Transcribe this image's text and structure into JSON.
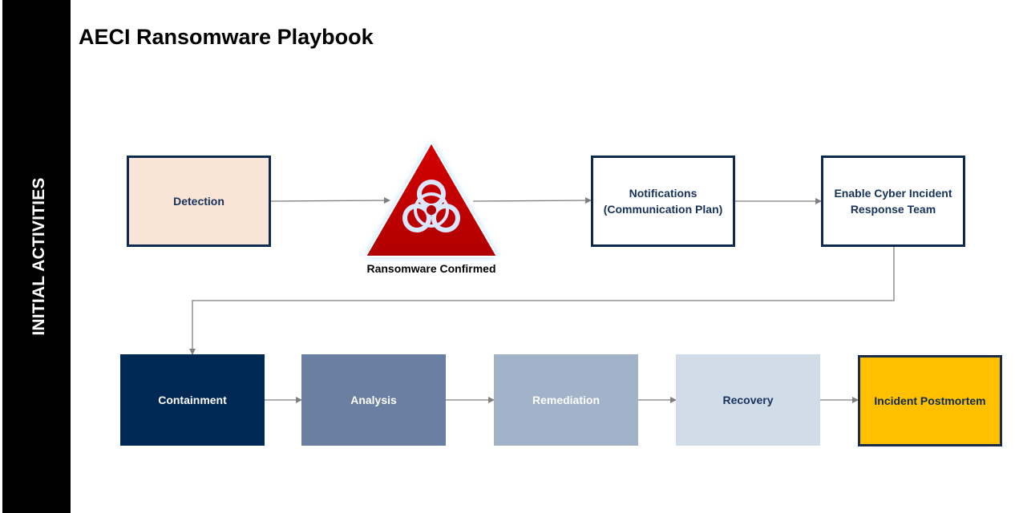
{
  "sidebar": {
    "label": "INITIAL ACTIVITIES",
    "color": "#000000"
  },
  "title": "AECI Ransomware Playbook",
  "initial_steps": {
    "detection": "Detection",
    "ransomware_confirmed": "Ransomware Confirmed",
    "notifications": "Notifications\n(Communication Plan)",
    "enable_team": "Enable Cyber Incident\nResponse Team"
  },
  "phases": {
    "containment": "Containment",
    "analysis": "Analysis",
    "remediation": "Remediation",
    "recovery": "Recovery",
    "postmortem": "Incident Postmortem"
  },
  "colors": {
    "detection_fill": "#f9e4d6",
    "border": "#0f2a4f",
    "hazard_red": "#c00000",
    "containment": "#002855",
    "analysis": "#6a7fa2",
    "remediation": "#a1b2c9",
    "recovery": "#d0dde8",
    "postmortem": "#ffc000",
    "connector": "#7f7f7f"
  },
  "icons": {
    "hazard": "biohazard-warning-icon"
  }
}
